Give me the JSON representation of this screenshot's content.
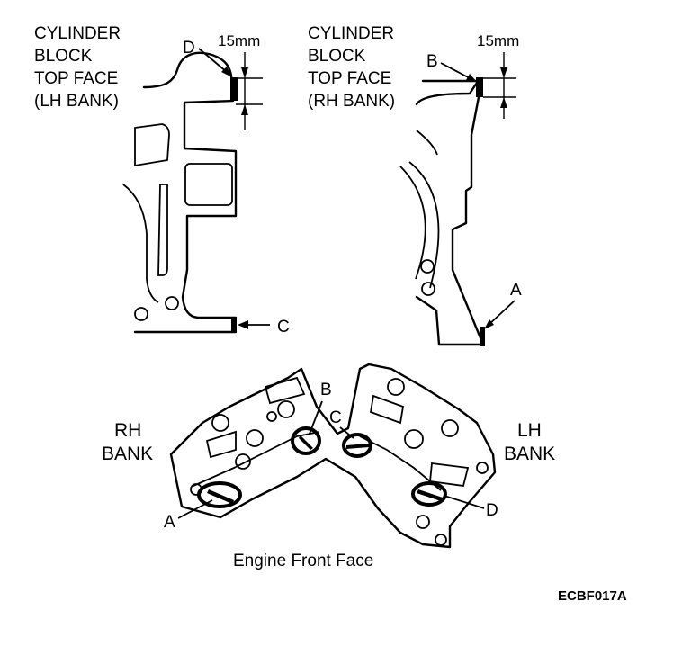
{
  "lh_panel": {
    "title_lines": [
      "CYLINDER",
      "BLOCK",
      "TOP FACE",
      "(LH BANK)"
    ],
    "dimension": "15mm",
    "point_top": "D",
    "point_bottom": "C"
  },
  "rh_panel": {
    "title_lines": [
      "CYLINDER",
      "BLOCK",
      "TOP FACE",
      "(RH BANK)"
    ],
    "dimension": "15mm",
    "point_top": "B",
    "point_bottom": "A"
  },
  "engine_view": {
    "left_bank_lines": [
      "RH",
      "BANK"
    ],
    "right_bank_lines": [
      "LH",
      "BANK"
    ],
    "points": {
      "a": "A",
      "b": "B",
      "c": "C",
      "d": "D"
    },
    "caption": "Engine Front Face"
  },
  "figure_code": "ECBF017A"
}
